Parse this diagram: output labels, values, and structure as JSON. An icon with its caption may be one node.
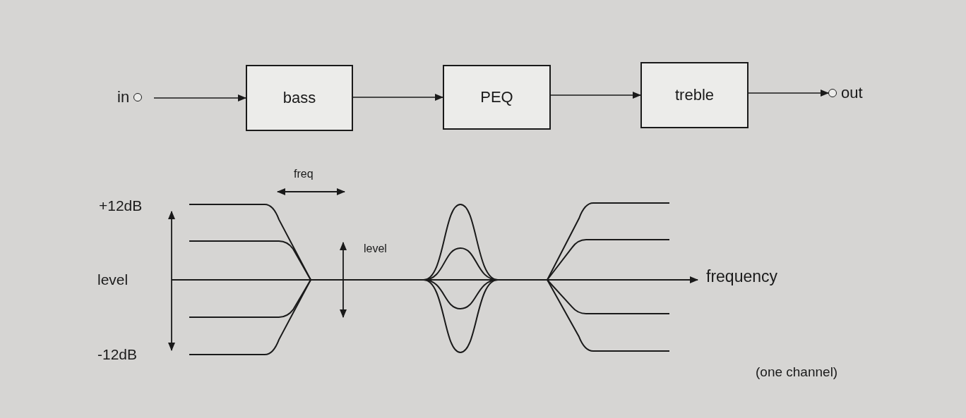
{
  "diagram": {
    "nodes": [
      {
        "text": [
          "in"
        ]
      },
      {
        "text": [
          "bass"
        ]
      },
      {
        "text": [
          "PEQ"
        ]
      },
      {
        "text": [
          "treble"
        ]
      },
      {
        "text": [
          "out"
        ]
      }
    ],
    "edges": [
      {
        "from": 0,
        "to": 1,
        "arrow": "to"
      },
      {
        "from": 1,
        "to": 2,
        "arrow": "to"
      },
      {
        "from": 2,
        "to": 3,
        "arrow": "to"
      },
      {
        "from": 3,
        "to": 4,
        "arrow": "to"
      }
    ],
    "labels": [
      "freq",
      "+12dB",
      "level",
      "-12dB",
      "level",
      "frequency",
      "(one channel)"
    ]
  }
}
